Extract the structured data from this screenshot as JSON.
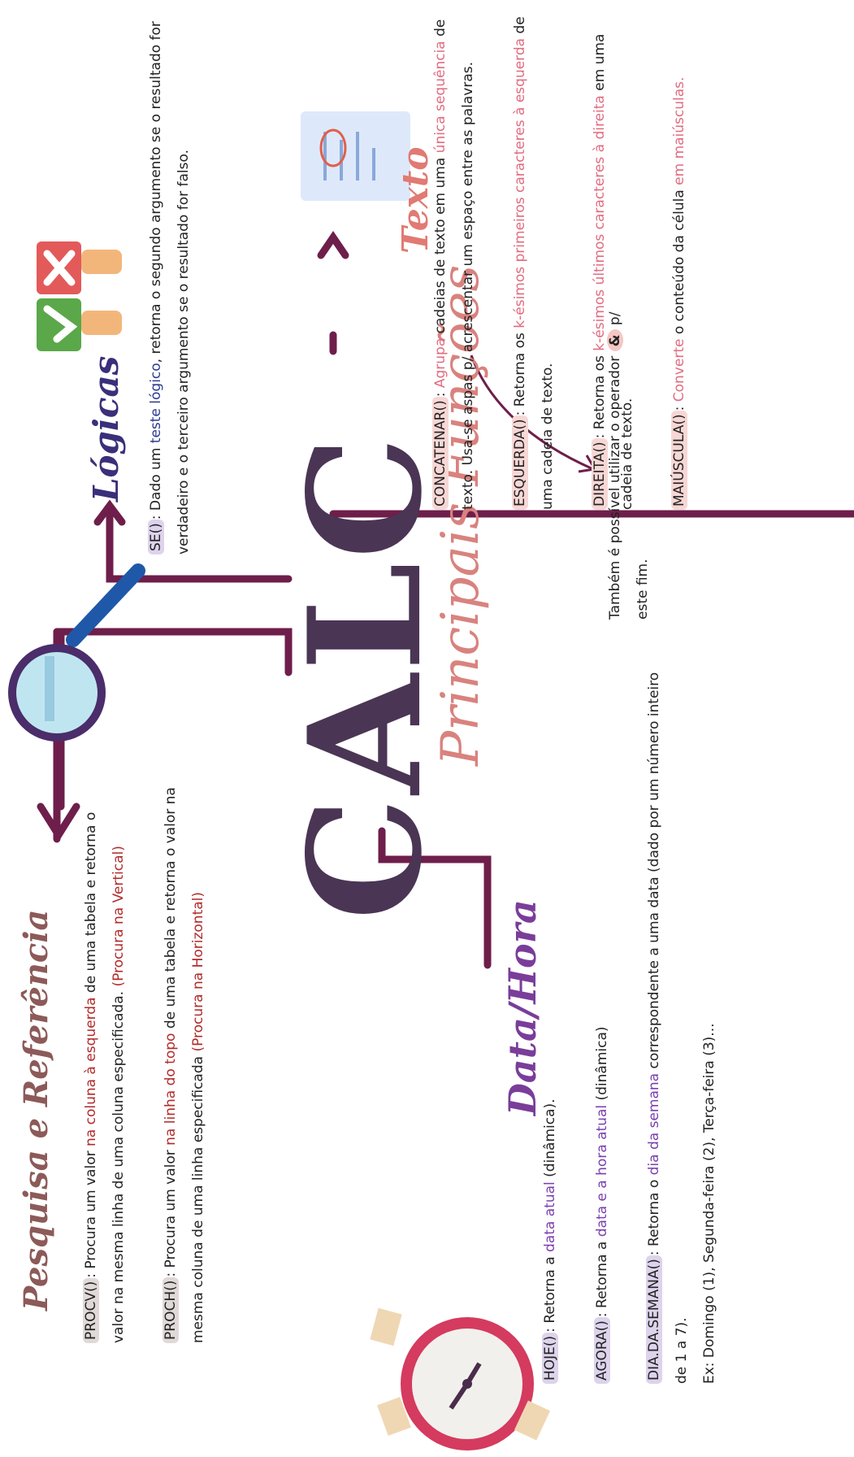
{
  "title": "CALC",
  "subtitle": "Principais Funções",
  "sections": {
    "pesquisa": {
      "heading": "Pesquisa e Referência",
      "procv": {
        "name": "PROCV()",
        "sep": ": ",
        "t1": "Procura um valor ",
        "h1": "na coluna à esquerda",
        "t2": " de uma tabela e retorna o valor na mesma linha de uma coluna especificada. ",
        "h2": "(Procura na Vertical)"
      },
      "proch": {
        "name": "PROCH()",
        "sep": ": ",
        "t1": "Procura um valor ",
        "h1": "na linha do topo",
        "t2": " de uma tabela e retorna o valor na mesma coluna de uma linha especificada ",
        "h2": "(Procura na Horizontal)"
      }
    },
    "logicas": {
      "heading": "Lógicas",
      "se": {
        "name": "SE()",
        "sep": ": ",
        "t1": "Dado um ",
        "h1": "teste lógico",
        "t2": ", retorna o segundo argumento se o resultado for verdadeiro e o terceiro argumento se o resultado for falso."
      }
    },
    "texto": {
      "heading": "Texto",
      "concatenar": {
        "name": "CONCATENAR()",
        "sep": ": ",
        "h1": "Agrupa",
        "t1": " cadeias de texto em uma ",
        "h2": "única sequência",
        "t2": " de texto. Usa-se aspas p/ acrescentar um espaço entre as palavras."
      },
      "esquerda": {
        "name": "ESQUERDA()",
        "sep": ": ",
        "t1": "Retorna os ",
        "h1": "k-ésimos primeiros caracteres à esquerda",
        "t2": " de uma cadeia de texto."
      },
      "direita": {
        "name": "DIREITA()",
        "sep": ": ",
        "t1": "Retorna os ",
        "h1": "k-ésimos últimos caracteres à direita",
        "t2": " em uma cadeia de texto."
      },
      "maiuscula": {
        "name": "MAIÚSCULA()",
        "sep": ": ",
        "h1": "Converte",
        "t1": " o conteúdo da célula ",
        "h2": "em maiúsculas."
      }
    },
    "datahora": {
      "heading": "Data/Hora",
      "hoje": {
        "name": "HOJE()",
        "sep": ": ",
        "t1": "Retorna a ",
        "h1": "data atual",
        "t2": " (dinâmica)."
      },
      "agora": {
        "name": "AGORA()",
        "sep": ": ",
        "t1": "Retorna a ",
        "h1": "data e a hora atual",
        "t2": " (dinâmica)"
      },
      "diadasemana": {
        "name": "DIA.DA.SEMANA()",
        "sep": ": ",
        "t1": "Retorna o ",
        "h1": "dia da semana",
        "t2": " correspondente a uma data (dado por um número inteiro de 1 a 7).",
        "ex": "Ex: Domingo (1), Segunda-feira (2), Terça-feira (3)..."
      }
    }
  },
  "note": {
    "t1": "Também é possível utilizar o operador ",
    "amp": "&",
    "t2": " p/ este fim."
  },
  "colors": {
    "connector": "#6e1e4a",
    "calc": "#4a3555",
    "subtitle": "#d9827e"
  },
  "icons": [
    "magnifier-icon",
    "clock-icon",
    "check-icon",
    "cross-icon",
    "document-icon"
  ]
}
